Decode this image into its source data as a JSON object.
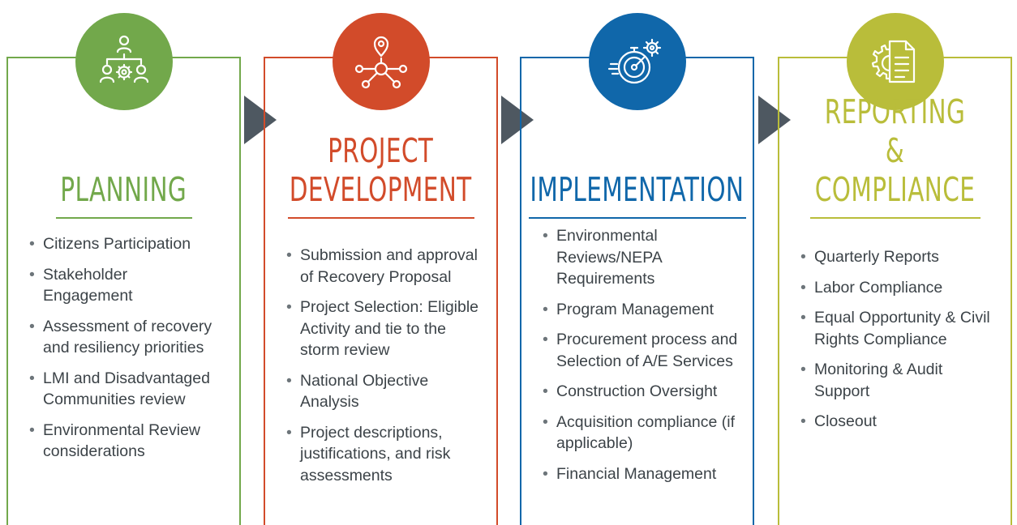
{
  "colors": {
    "planning": "#72a84b",
    "project_development": "#d24b2a",
    "implementation": "#1067aa",
    "reporting": "#b9bd3a",
    "arrow": "#4e5861",
    "text": "#3c4348"
  },
  "stages": [
    {
      "icon": "team-gear-icon",
      "title": "PLANNING",
      "items": [
        "Citizens Participation",
        "Stakeholder Engagement",
        "Assessment of recovery and resiliency priorities",
        "LMI and Disadvantaged Communities review",
        "Environmental Review considerations"
      ]
    },
    {
      "icon": "location-network-icon",
      "title": "PROJECT DEVELOPMENT",
      "items": [
        "Submission and approval of Recovery Proposal",
        "Project Selection: Eligible Activity and tie to the storm review",
        "National Objective Analysis",
        "Project descriptions, justifications, and risk assessments"
      ]
    },
    {
      "icon": "speedometer-gears-icon",
      "title": "IMPLEMENTATION",
      "items": [
        "Environmental Reviews/NEPA Requirements",
        "Program Management",
        "Procurement process and Selection of A/E Services",
        "Construction Oversight",
        "Acquisition compliance (if applicable)",
        "Financial Management"
      ]
    },
    {
      "icon": "document-gear-icon",
      "title": "REPORTING & COMPLIANCE",
      "items": [
        "Quarterly Reports",
        "Labor Compliance",
        "Equal Opportunity & Civil Rights Compliance",
        "Monitoring & Audit Support",
        "Closeout"
      ]
    }
  ]
}
